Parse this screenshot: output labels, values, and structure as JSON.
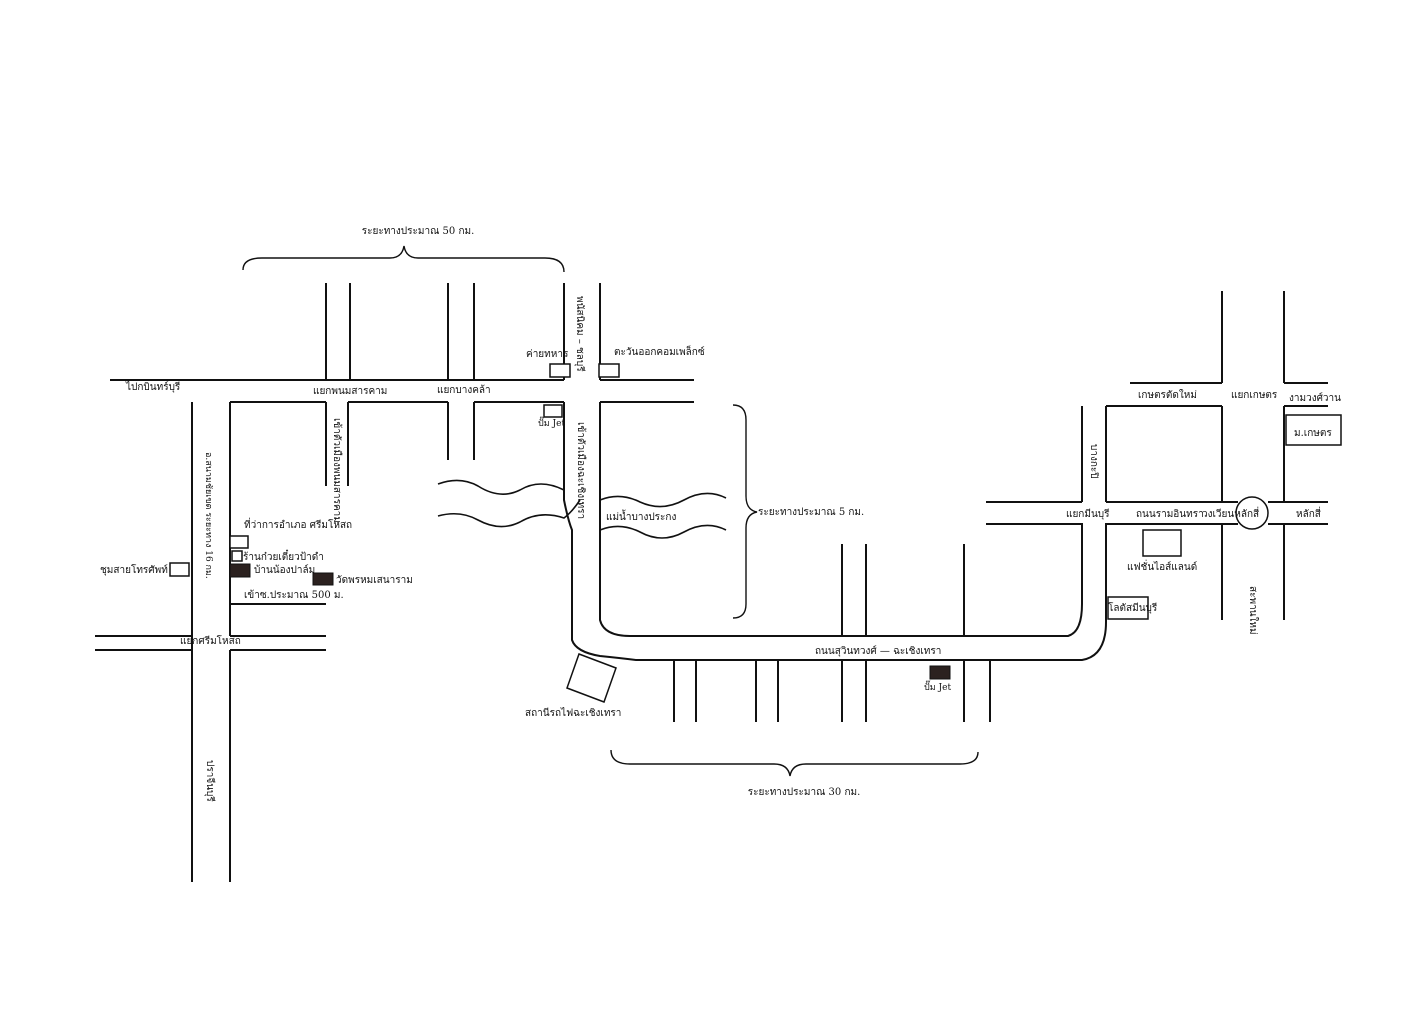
{
  "labels": {
    "dist_50": "ระยะทางประมาณ 50 กม.",
    "dist_5": "ระยะทางประมาณ 5 กม.",
    "dist_30": "ระยะทางประมาณ 30 กม.",
    "to_prachinburi_road": "ไปกบินทร์บุรี",
    "phanom_sarakham": "แยกพนมสารคาม",
    "bang_khla": "แยกบางคล้า",
    "phanom_sarakham_city": "เข้าตัวเมืองพนมสารคาม",
    "phanat_nikhom_chonburi": "พนัสนิคม – ชลบุรี",
    "army_camp": "ค่ายทหาร",
    "tawan_ok_complex": "ตะวันออกคอมเพล็กซ์",
    "jet_pump_1": "ปั๊ม Jet",
    "to_chachoengsao_city": "เข้าตัวเมืองฉะเชิงเทรา",
    "bang_pakong_river": "แม่น้ำบางประกง",
    "sanam_chai_khet_road": "อ.สนามชัยเขต ระยะทาง 16 กม.",
    "district_office": "ที่ว่าการอำเภอ ศรีมโหสถ",
    "noodle_shop": "ร้านก๋วยเตี๋ยวป้าดำ",
    "baan_nong_palm": "บ้านน้องปาล์ม",
    "wat_phrom": "วัดพรหมเสนาราม",
    "enter_soi": "เข้าซ.ประมาณ 500 ม.",
    "chum_sai": "ชุมสายโทรศัพท์",
    "si_mahosot_junction": "แยกศรีมโหสถ",
    "prachinburi": "ปราจีนบุรี",
    "train_station": "สถานีรถไฟฉะเชิงเทรา",
    "suwinthawong_road": "ถนนสุวินทวงศ์ — ฉะเชิงเทรา",
    "jet_pump_2": "ปั๊ม Jet",
    "kaset_tat_mai": "เกษตรตัดใหม่",
    "kaset_junction": "แยกเกษตร",
    "ngam_wong_wan": "งามวงศ์วาน",
    "kasetsart_univ": "ม.เกษตร",
    "bang_kapi": "บางกะปิ",
    "min_buri_junction": "แยกมีนบุรี",
    "ram_inthra_road": "ถนนรามอินทรา",
    "lak_si_circle": "วงเวียนหลักสี่",
    "lak_si": "หลักสี่",
    "fashion_island": "แฟชั่นไอส์แลนด์",
    "lotus_min_buri": "โลตัสมีนบุรี",
    "saphan_mai": "สะพานใหม่"
  },
  "landmarks": [
    {
      "key": "army_camp",
      "filled": false
    },
    {
      "key": "tawan_ok_complex",
      "filled": false
    },
    {
      "key": "jet_pump_1",
      "filled": false
    },
    {
      "key": "district_office",
      "filled": false
    },
    {
      "key": "noodle_shop",
      "filled": false
    },
    {
      "key": "baan_nong_palm",
      "filled": true
    },
    {
      "key": "wat_phrom",
      "filled": true
    },
    {
      "key": "chum_sai",
      "filled": false
    },
    {
      "key": "train_station",
      "filled": false
    },
    {
      "key": "jet_pump_2",
      "filled": true
    },
    {
      "key": "kasetsart_univ",
      "filled": false
    },
    {
      "key": "fashion_island",
      "filled": false
    },
    {
      "key": "lotus_min_buri",
      "filled": false
    },
    {
      "key": "lak_si_circle",
      "filled": false
    }
  ]
}
